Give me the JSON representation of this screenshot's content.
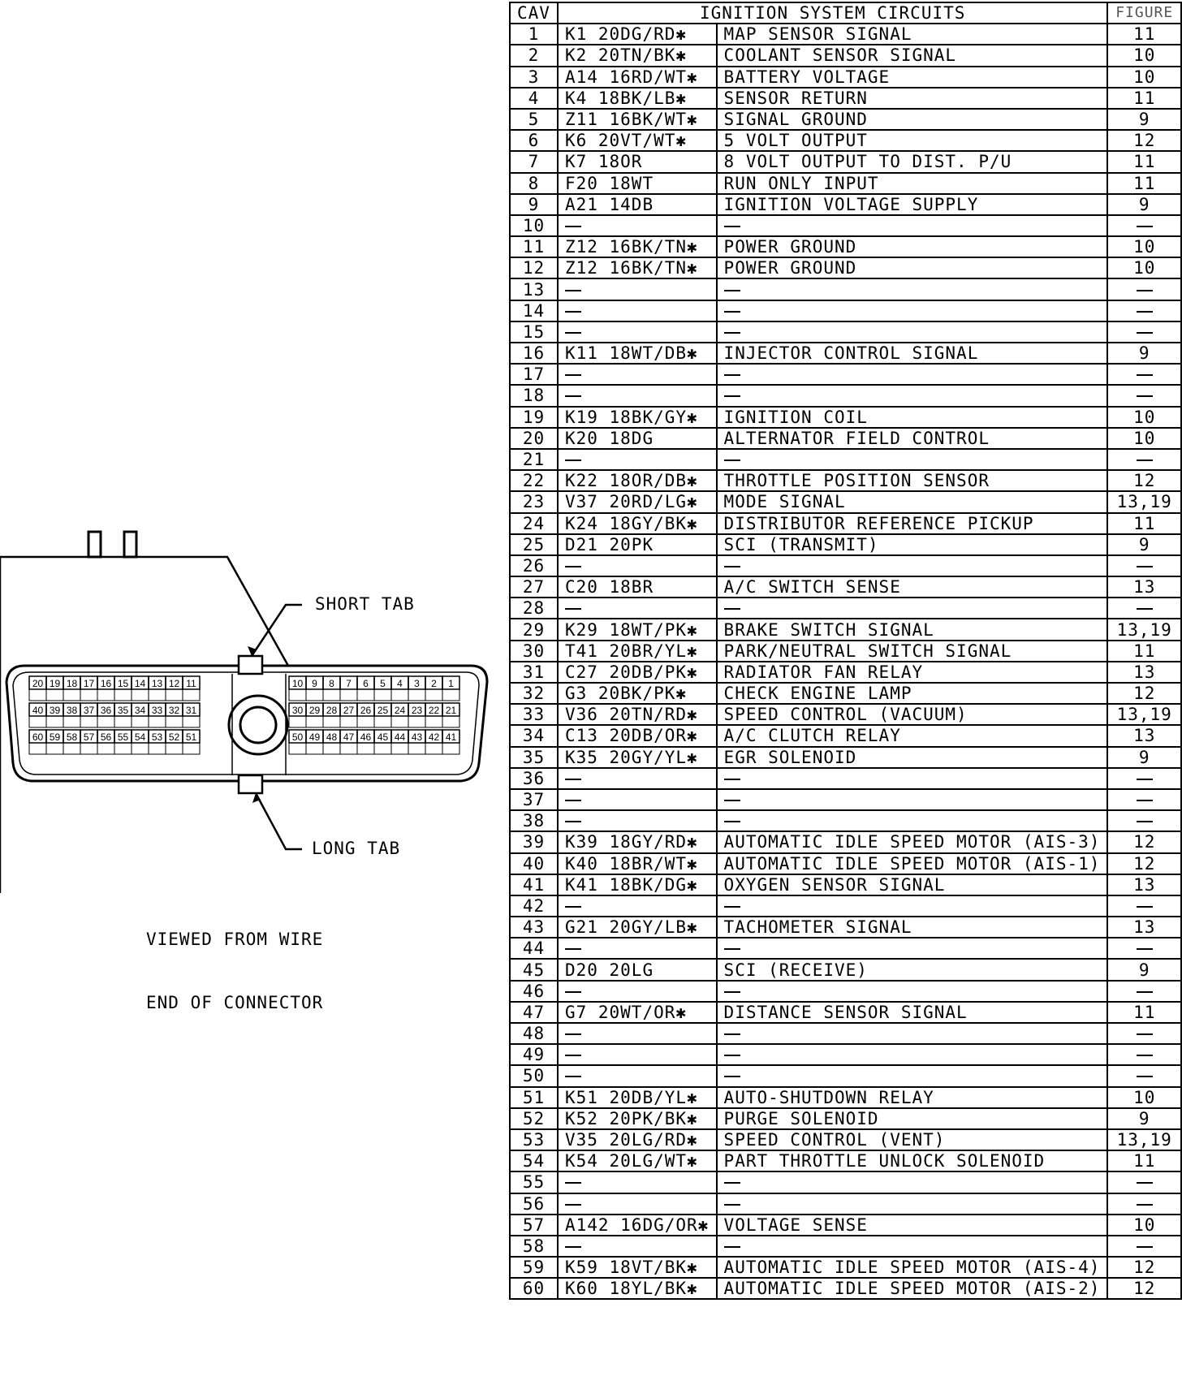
{
  "table": {
    "headers": {
      "cav": "CAV",
      "circuits": "IGNITION SYSTEM CIRCUITS",
      "figure": "FIGURE"
    },
    "rows": [
      {
        "cav": "1",
        "wire": "K1 20DG/RD✱",
        "function": "MAP SENSOR SIGNAL",
        "figure": "11"
      },
      {
        "cav": "2",
        "wire": "K2 20TN/BK✱",
        "function": "COOLANT SENSOR SIGNAL",
        "figure": "10"
      },
      {
        "cav": "3",
        "wire": "A14 16RD/WT✱",
        "function": "BATTERY VOLTAGE",
        "figure": "10"
      },
      {
        "cav": "4",
        "wire": "K4 18BK/LB✱",
        "function": "SENSOR RETURN",
        "figure": "11"
      },
      {
        "cav": "5",
        "wire": "Z11 16BK/WT✱",
        "function": "SIGNAL GROUND",
        "figure": "9"
      },
      {
        "cav": "6",
        "wire": "K6 20VT/WT✱",
        "function": "5 VOLT OUTPUT",
        "figure": "12"
      },
      {
        "cav": "7",
        "wire": "K7 18OR",
        "function": "8 VOLT OUTPUT TO DIST. P/U",
        "figure": "11"
      },
      {
        "cav": "8",
        "wire": "F20 18WT",
        "function": "RUN ONLY INPUT",
        "figure": "11"
      },
      {
        "cav": "9",
        "wire": "A21 14DB",
        "function": "IGNITION VOLTAGE SUPPLY",
        "figure": "9"
      },
      {
        "cav": "10",
        "wire": "",
        "function": "",
        "figure": ""
      },
      {
        "cav": "11",
        "wire": "Z12 16BK/TN✱",
        "function": "POWER GROUND",
        "figure": "10"
      },
      {
        "cav": "12",
        "wire": "Z12 16BK/TN✱",
        "function": "POWER GROUND",
        "figure": "10"
      },
      {
        "cav": "13",
        "wire": "",
        "function": "",
        "figure": ""
      },
      {
        "cav": "14",
        "wire": "",
        "function": "",
        "figure": ""
      },
      {
        "cav": "15",
        "wire": "",
        "function": "",
        "figure": ""
      },
      {
        "cav": "16",
        "wire": "K11 18WT/DB✱",
        "function": "INJECTOR CONTROL SIGNAL",
        "figure": "9"
      },
      {
        "cav": "17",
        "wire": "",
        "function": "",
        "figure": ""
      },
      {
        "cav": "18",
        "wire": "",
        "function": "",
        "figure": ""
      },
      {
        "cav": "19",
        "wire": "K19 18BK/GY✱",
        "function": "IGNITION COIL",
        "figure": "10"
      },
      {
        "cav": "20",
        "wire": "K20 18DG",
        "function": "ALTERNATOR FIELD CONTROL",
        "figure": "10"
      },
      {
        "cav": "21",
        "wire": "",
        "function": "",
        "figure": ""
      },
      {
        "cav": "22",
        "wire": "K22 18OR/DB✱",
        "function": "THROTTLE POSITION SENSOR",
        "figure": "12"
      },
      {
        "cav": "23",
        "wire": "V37 20RD/LG✱",
        "function": "MODE SIGNAL",
        "figure": "13,19"
      },
      {
        "cav": "24",
        "wire": "K24 18GY/BK✱",
        "function": "DISTRIBUTOR REFERENCE PICKUP",
        "figure": "11"
      },
      {
        "cav": "25",
        "wire": "D21 20PK",
        "function": "SCI (TRANSMIT)",
        "figure": "9"
      },
      {
        "cav": "26",
        "wire": "",
        "function": "",
        "figure": ""
      },
      {
        "cav": "27",
        "wire": "C20 18BR",
        "function": "A/C SWITCH SENSE",
        "figure": "13"
      },
      {
        "cav": "28",
        "wire": "",
        "function": "",
        "figure": ""
      },
      {
        "cav": "29",
        "wire": "K29 18WT/PK✱",
        "function": "BRAKE SWITCH SIGNAL",
        "figure": "13,19"
      },
      {
        "cav": "30",
        "wire": "T41 20BR/YL✱",
        "function": "PARK/NEUTRAL SWITCH SIGNAL",
        "figure": "11"
      },
      {
        "cav": "31",
        "wire": "C27 20DB/PK✱",
        "function": "RADIATOR FAN RELAY",
        "figure": "13"
      },
      {
        "cav": "32",
        "wire": "G3 20BK/PK✱",
        "function": "CHECK ENGINE LAMP",
        "figure": "12"
      },
      {
        "cav": "33",
        "wire": "V36 20TN/RD✱",
        "function": "SPEED CONTROL (VACUUM)",
        "figure": "13,19"
      },
      {
        "cav": "34",
        "wire": "C13 20DB/OR✱",
        "function": "A/C CLUTCH RELAY",
        "figure": "13"
      },
      {
        "cav": "35",
        "wire": "K35 20GY/YL✱",
        "function": "EGR SOLENOID",
        "figure": "9"
      },
      {
        "cav": "36",
        "wire": "",
        "function": "",
        "figure": ""
      },
      {
        "cav": "37",
        "wire": "",
        "function": "",
        "figure": ""
      },
      {
        "cav": "38",
        "wire": "",
        "function": "",
        "figure": ""
      },
      {
        "cav": "39",
        "wire": "K39 18GY/RD✱",
        "function": "AUTOMATIC IDLE SPEED MOTOR (AIS-3)",
        "figure": "12"
      },
      {
        "cav": "40",
        "wire": "K40 18BR/WT✱",
        "function": "AUTOMATIC IDLE SPEED MOTOR (AIS-1)",
        "figure": "12"
      },
      {
        "cav": "41",
        "wire": "K41 18BK/DG✱",
        "function": "OXYGEN SENSOR SIGNAL",
        "figure": "13"
      },
      {
        "cav": "42",
        "wire": "",
        "function": "",
        "figure": ""
      },
      {
        "cav": "43",
        "wire": "G21 20GY/LB✱",
        "function": "TACHOMETER SIGNAL",
        "figure": "13"
      },
      {
        "cav": "44",
        "wire": "",
        "function": "",
        "figure": ""
      },
      {
        "cav": "45",
        "wire": "D20 20LG",
        "function": "SCI (RECEIVE)",
        "figure": "9"
      },
      {
        "cav": "46",
        "wire": "",
        "function": "",
        "figure": ""
      },
      {
        "cav": "47",
        "wire": "G7 20WT/OR✱",
        "function": "DISTANCE SENSOR SIGNAL",
        "figure": "11"
      },
      {
        "cav": "48",
        "wire": "",
        "function": "",
        "figure": ""
      },
      {
        "cav": "49",
        "wire": "",
        "function": "",
        "figure": ""
      },
      {
        "cav": "50",
        "wire": "",
        "function": "",
        "figure": ""
      },
      {
        "cav": "51",
        "wire": "K51 20DB/YL✱",
        "function": "AUTO-SHUTDOWN RELAY",
        "figure": "10"
      },
      {
        "cav": "52",
        "wire": "K52 20PK/BK✱",
        "function": "PURGE SOLENOID",
        "figure": "9"
      },
      {
        "cav": "53",
        "wire": "V35 20LG/RD✱",
        "function": "SPEED CONTROL (VENT)",
        "figure": "13,19"
      },
      {
        "cav": "54",
        "wire": "K54 20LG/WT✱",
        "function": "PART THROTTLE UNLOCK SOLENOID",
        "figure": "11"
      },
      {
        "cav": "55",
        "wire": "",
        "function": "",
        "figure": ""
      },
      {
        "cav": "56",
        "wire": "",
        "function": "",
        "figure": ""
      },
      {
        "cav": "57",
        "wire": "A142 16DG/OR✱",
        "function": "VOLTAGE SENSE",
        "figure": "10"
      },
      {
        "cav": "58",
        "wire": "",
        "function": "",
        "figure": ""
      },
      {
        "cav": "59",
        "wire": "K59 18VT/BK✱",
        "function": "AUTOMATIC IDLE SPEED MOTOR (AIS-4)",
        "figure": "12"
      },
      {
        "cav": "60",
        "wire": "K60 18YL/BK✱",
        "function": "AUTOMATIC IDLE SPEED MOTOR (AIS-2)",
        "figure": "12"
      }
    ]
  },
  "diagram": {
    "short_tab_label": "SHORT TAB",
    "long_tab_label": "LONG TAB",
    "caption_line1": "VIEWED FROM WIRE",
    "caption_line2": "END OF CONNECTOR",
    "left_block_rows": [
      [
        "20",
        "19",
        "18",
        "17",
        "16",
        "15",
        "14",
        "13",
        "12",
        "11"
      ],
      [
        "40",
        "39",
        "38",
        "37",
        "36",
        "35",
        "34",
        "33",
        "32",
        "31"
      ],
      [
        "60",
        "59",
        "58",
        "57",
        "56",
        "55",
        "54",
        "53",
        "52",
        "51"
      ]
    ],
    "right_block_rows": [
      [
        "10",
        "9",
        "8",
        "7",
        "6",
        "5",
        "4",
        "3",
        "2",
        "1"
      ],
      [
        "30",
        "29",
        "28",
        "27",
        "26",
        "25",
        "24",
        "23",
        "22",
        "21"
      ],
      [
        "50",
        "49",
        "48",
        "47",
        "46",
        "45",
        "44",
        "43",
        "42",
        "41"
      ]
    ]
  }
}
